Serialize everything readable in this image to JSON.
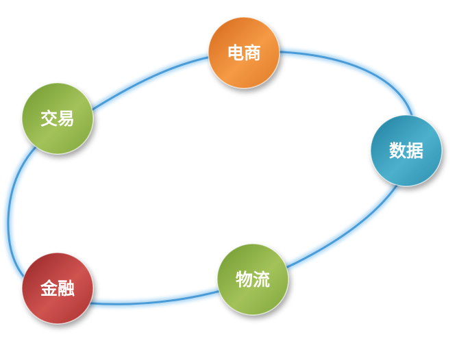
{
  "diagram": {
    "ring_color": "#5aa6de",
    "nodes": [
      {
        "id": "ecommerce",
        "label": "电商",
        "color": "#e98a35"
      },
      {
        "id": "data",
        "label": "数据",
        "color": "#3a9cb8"
      },
      {
        "id": "logistics",
        "label": "物流",
        "color": "#8fb04a"
      },
      {
        "id": "finance",
        "label": "金融",
        "color": "#b8393a"
      },
      {
        "id": "trade",
        "label": "交易",
        "color": "#8fb04a"
      }
    ]
  }
}
